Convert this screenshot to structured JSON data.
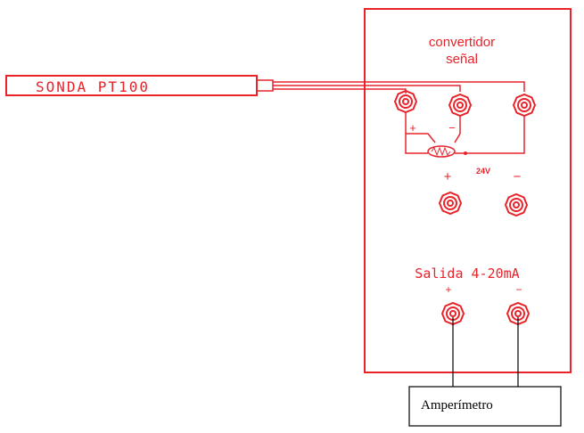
{
  "probe": {
    "label": "SONDA PT100"
  },
  "converter": {
    "title_line1": "convertidor",
    "title_line2": "señal",
    "plus": "+",
    "minus": "−",
    "supply_label": "24V",
    "supply_plus": "+",
    "supply_minus": "−",
    "output_label": "Salida 4-20mA",
    "output_plus": "+",
    "output_minus": "−"
  },
  "meter": {
    "label": "Amperímetro"
  },
  "colors": {
    "accent": "#e8232a",
    "line": "#000000"
  }
}
